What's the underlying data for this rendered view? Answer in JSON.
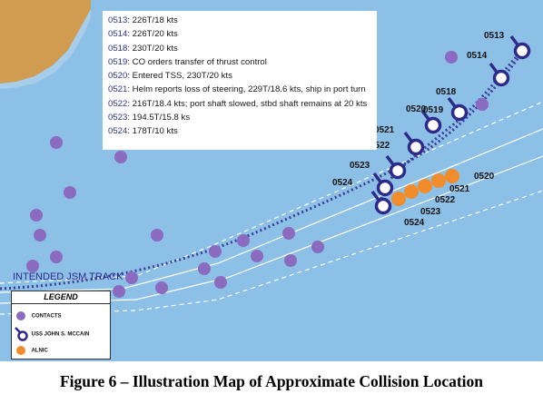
{
  "log": [
    {
      "time": "0513",
      "text": ": 226T/18 kts"
    },
    {
      "time": "0514",
      "text": ": 226T/20 kts"
    },
    {
      "time": "0518",
      "text": ": 230T/20 kts"
    },
    {
      "time": "0519",
      "text": ": CO orders transfer of thrust control"
    },
    {
      "time": "0520",
      "text": ": Entered TSS,  230T/20 kts"
    },
    {
      "time": "0521",
      "text": ": Helm reports loss of steering, 229T/18.6 kts, ship in port turn"
    },
    {
      "time": "0522",
      "text": ": 216T/18.4 kts; port shaft slowed, stbd shaft remains at 20 kts"
    },
    {
      "time": "0523",
      "text": ": 194.5T/15.8 ks"
    },
    {
      "time": "0524",
      "text": ": 178T/10 kts"
    }
  ],
  "track_label": "INTENDED JSM TRACK",
  "mccain_labels": [
    "0513",
    "0514",
    "0518",
    "0519",
    "0520",
    "0521",
    "0522",
    "0523",
    "0524"
  ],
  "alnic_labels": [
    "0520",
    "0521",
    "0522",
    "0523",
    "0524"
  ],
  "legend": {
    "title": "LEGEND",
    "contacts": "CONTACTS",
    "mccain": "USS JOHN S. MCCAIN",
    "alnic": "ALNIC"
  },
  "caption": "Figure 6 – Illustration Map of Approximate Collision Location",
  "colors": {
    "sea": "#8dc0e6",
    "land": "#d19b50",
    "contact": "#8b6bbf",
    "mccain": "#2e2a8a",
    "alnic": "#f08c2c",
    "track": "#3b3f9a"
  },
  "icons": {
    "contact": "purple-dot-icon",
    "mccain": "ship-position-ring-icon",
    "alnic": "orange-dot-icon"
  }
}
